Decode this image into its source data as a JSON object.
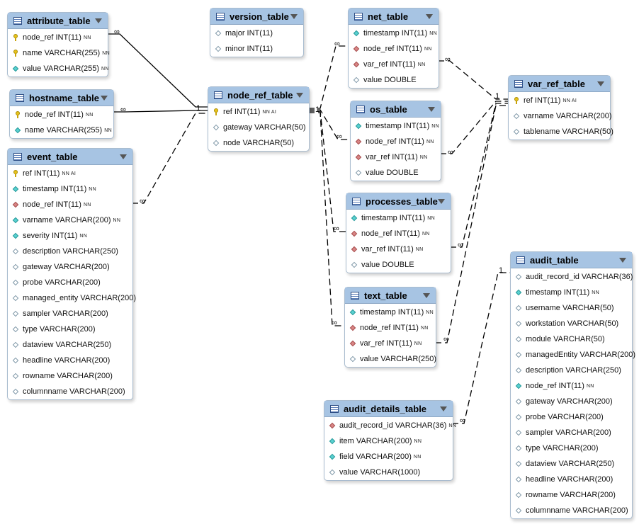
{
  "tables": [
    {
      "id": "attribute_table",
      "name": "attribute_table",
      "columns": [
        {
          "icon": "key",
          "text": "node_ref INT(11)",
          "suffix": "NN"
        },
        {
          "icon": "key",
          "text": "name VARCHAR(255)",
          "suffix": "NN"
        },
        {
          "icon": "cyan",
          "text": "value VARCHAR(255)",
          "suffix": "NN"
        }
      ]
    },
    {
      "id": "hostname_table",
      "name": "hostname_table",
      "columns": [
        {
          "icon": "key",
          "text": "node_ref INT(11)",
          "suffix": "NN"
        },
        {
          "icon": "cyan",
          "text": "name VARCHAR(255)",
          "suffix": "NN"
        }
      ]
    },
    {
      "id": "event_table",
      "name": "event_table",
      "columns": [
        {
          "icon": "key",
          "text": "ref INT(11)",
          "suffix": "NN AI"
        },
        {
          "icon": "cyan",
          "text": "timestamp INT(11)",
          "suffix": "NN"
        },
        {
          "icon": "red",
          "text": "node_ref INT(11)",
          "suffix": "NN"
        },
        {
          "icon": "cyan",
          "text": "varname VARCHAR(200)",
          "suffix": "NN"
        },
        {
          "icon": "cyan",
          "text": "severity INT(11)",
          "suffix": "NN"
        },
        {
          "icon": "white",
          "text": "description VARCHAR(250)",
          "suffix": ""
        },
        {
          "icon": "white",
          "text": "gateway VARCHAR(200)",
          "suffix": ""
        },
        {
          "icon": "white",
          "text": "probe VARCHAR(200)",
          "suffix": ""
        },
        {
          "icon": "white",
          "text": "managed_entity VARCHAR(200)",
          "suffix": ""
        },
        {
          "icon": "white",
          "text": "sampler VARCHAR(200)",
          "suffix": ""
        },
        {
          "icon": "white",
          "text": "type VARCHAR(200)",
          "suffix": ""
        },
        {
          "icon": "white",
          "text": "dataview VARCHAR(250)",
          "suffix": ""
        },
        {
          "icon": "white",
          "text": "headline VARCHAR(200)",
          "suffix": ""
        },
        {
          "icon": "white",
          "text": "rowname VARCHAR(200)",
          "suffix": ""
        },
        {
          "icon": "white",
          "text": "columnname VARCHAR(200)",
          "suffix": ""
        }
      ]
    },
    {
      "id": "version_table",
      "name": "version_table",
      "columns": [
        {
          "icon": "white",
          "text": "major INT(11)",
          "suffix": ""
        },
        {
          "icon": "white",
          "text": "minor INT(11)",
          "suffix": ""
        }
      ]
    },
    {
      "id": "node_ref_table",
      "name": "node_ref_table",
      "columns": [
        {
          "icon": "key",
          "text": "ref INT(11)",
          "suffix": "NN AI"
        },
        {
          "icon": "white",
          "text": "gateway VARCHAR(50)",
          "suffix": ""
        },
        {
          "icon": "white",
          "text": "node VARCHAR(50)",
          "suffix": ""
        }
      ]
    },
    {
      "id": "net_table",
      "name": "net_table",
      "columns": [
        {
          "icon": "cyan",
          "text": "timestamp INT(11)",
          "suffix": "NN"
        },
        {
          "icon": "red",
          "text": "node_ref INT(11)",
          "suffix": "NN"
        },
        {
          "icon": "red",
          "text": "var_ref INT(11)",
          "suffix": "NN"
        },
        {
          "icon": "white",
          "text": "value DOUBLE",
          "suffix": ""
        }
      ]
    },
    {
      "id": "os_table",
      "name": "os_table",
      "columns": [
        {
          "icon": "cyan",
          "text": "timestamp INT(11)",
          "suffix": "NN"
        },
        {
          "icon": "red",
          "text": "node_ref INT(11)",
          "suffix": "NN"
        },
        {
          "icon": "red",
          "text": "var_ref INT(11)",
          "suffix": "NN"
        },
        {
          "icon": "white",
          "text": "value DOUBLE",
          "suffix": ""
        }
      ]
    },
    {
      "id": "processes_table",
      "name": "processes_table",
      "columns": [
        {
          "icon": "cyan",
          "text": "timestamp INT(11)",
          "suffix": "NN"
        },
        {
          "icon": "red",
          "text": "node_ref INT(11)",
          "suffix": "NN"
        },
        {
          "icon": "red",
          "text": "var_ref INT(11)",
          "suffix": "NN"
        },
        {
          "icon": "white",
          "text": "value DOUBLE",
          "suffix": ""
        }
      ]
    },
    {
      "id": "text_table",
      "name": "text_table",
      "columns": [
        {
          "icon": "cyan",
          "text": "timestamp INT(11)",
          "suffix": "NN"
        },
        {
          "icon": "red",
          "text": "node_ref INT(11)",
          "suffix": "NN"
        },
        {
          "icon": "red",
          "text": "var_ref INT(11)",
          "suffix": "NN"
        },
        {
          "icon": "white",
          "text": "value VARCHAR(250)",
          "suffix": ""
        }
      ]
    },
    {
      "id": "var_ref_table",
      "name": "var_ref_table",
      "columns": [
        {
          "icon": "key",
          "text": "ref INT(11)",
          "suffix": "NN AI"
        },
        {
          "icon": "white",
          "text": "varname VARCHAR(200)",
          "suffix": ""
        },
        {
          "icon": "white",
          "text": "tablename VARCHAR(50)",
          "suffix": ""
        }
      ]
    },
    {
      "id": "audit_table",
      "name": "audit_table",
      "columns": [
        {
          "icon": "white",
          "text": "audit_record_id VARCHAR(36)",
          "suffix": ""
        },
        {
          "icon": "cyan",
          "text": "timestamp INT(11)",
          "suffix": "NN"
        },
        {
          "icon": "white",
          "text": "username VARCHAR(50)",
          "suffix": ""
        },
        {
          "icon": "white",
          "text": "workstation VARCHAR(50)",
          "suffix": ""
        },
        {
          "icon": "white",
          "text": "module VARCHAR(50)",
          "suffix": ""
        },
        {
          "icon": "white",
          "text": "managedEntity VARCHAR(200)",
          "suffix": ""
        },
        {
          "icon": "white",
          "text": "description VARCHAR(250)",
          "suffix": ""
        },
        {
          "icon": "cyan",
          "text": "node_ref INT(11)",
          "suffix": "NN"
        },
        {
          "icon": "white",
          "text": "gateway VARCHAR(200)",
          "suffix": ""
        },
        {
          "icon": "white",
          "text": "probe VARCHAR(200)",
          "suffix": ""
        },
        {
          "icon": "white",
          "text": "sampler VARCHAR(200)",
          "suffix": ""
        },
        {
          "icon": "white",
          "text": "type VARCHAR(200)",
          "suffix": ""
        },
        {
          "icon": "white",
          "text": "dataview VARCHAR(250)",
          "suffix": ""
        },
        {
          "icon": "white",
          "text": "headline VARCHAR(200)",
          "suffix": ""
        },
        {
          "icon": "white",
          "text": "rowname VARCHAR(200)",
          "suffix": ""
        },
        {
          "icon": "white",
          "text": "columnname VARCHAR(200)",
          "suffix": ""
        }
      ]
    },
    {
      "id": "audit_details_table",
      "name": "audit_details_table",
      "columns": [
        {
          "icon": "red",
          "text": "audit_record_id VARCHAR(36)",
          "suffix": "NN"
        },
        {
          "icon": "cyan",
          "text": "item VARCHAR(200)",
          "suffix": "NN"
        },
        {
          "icon": "cyan",
          "text": "field VARCHAR(200)",
          "suffix": "NN"
        },
        {
          "icon": "white",
          "text": "value VARCHAR(1000)",
          "suffix": ""
        }
      ]
    }
  ],
  "relationships": [
    {
      "from": "attribute_table",
      "to": "node_ref_table",
      "many": "∞",
      "one": "1",
      "style": "identifying"
    },
    {
      "from": "hostname_table",
      "to": "node_ref_table",
      "many": "∞",
      "one": "",
      "style": "identifying"
    },
    {
      "from": "event_table",
      "to": "node_ref_table",
      "many": "∞",
      "one": "",
      "style": "non-identifying"
    },
    {
      "from": "net_table",
      "to": "node_ref_table",
      "many": "∞",
      "one": "1",
      "style": "non-identifying"
    },
    {
      "from": "os_table",
      "to": "node_ref_table",
      "many": "∞",
      "one": "",
      "style": "non-identifying"
    },
    {
      "from": "processes_table",
      "to": "node_ref_table",
      "many": "∞",
      "one": "",
      "style": "non-identifying"
    },
    {
      "from": "text_table",
      "to": "node_ref_table",
      "many": "∞",
      "one": "",
      "style": "non-identifying"
    },
    {
      "from": "net_table",
      "to": "var_ref_table",
      "many": "∞",
      "one": "1",
      "style": "non-identifying"
    },
    {
      "from": "os_table",
      "to": "var_ref_table",
      "many": "∞",
      "one": "",
      "style": "non-identifying"
    },
    {
      "from": "processes_table",
      "to": "var_ref_table",
      "many": "∞",
      "one": "",
      "style": "non-identifying"
    },
    {
      "from": "text_table",
      "to": "var_ref_table",
      "many": "∞",
      "one": "",
      "style": "non-identifying"
    },
    {
      "from": "audit_details_table",
      "to": "audit_table",
      "many": "∞",
      "one": "1",
      "style": "non-identifying"
    }
  ],
  "colors": {
    "header": "#a7c4e3",
    "border": "#a9bccf",
    "key": "#e8c31d",
    "fk": "#d98585",
    "nn": "#59d1d1"
  }
}
